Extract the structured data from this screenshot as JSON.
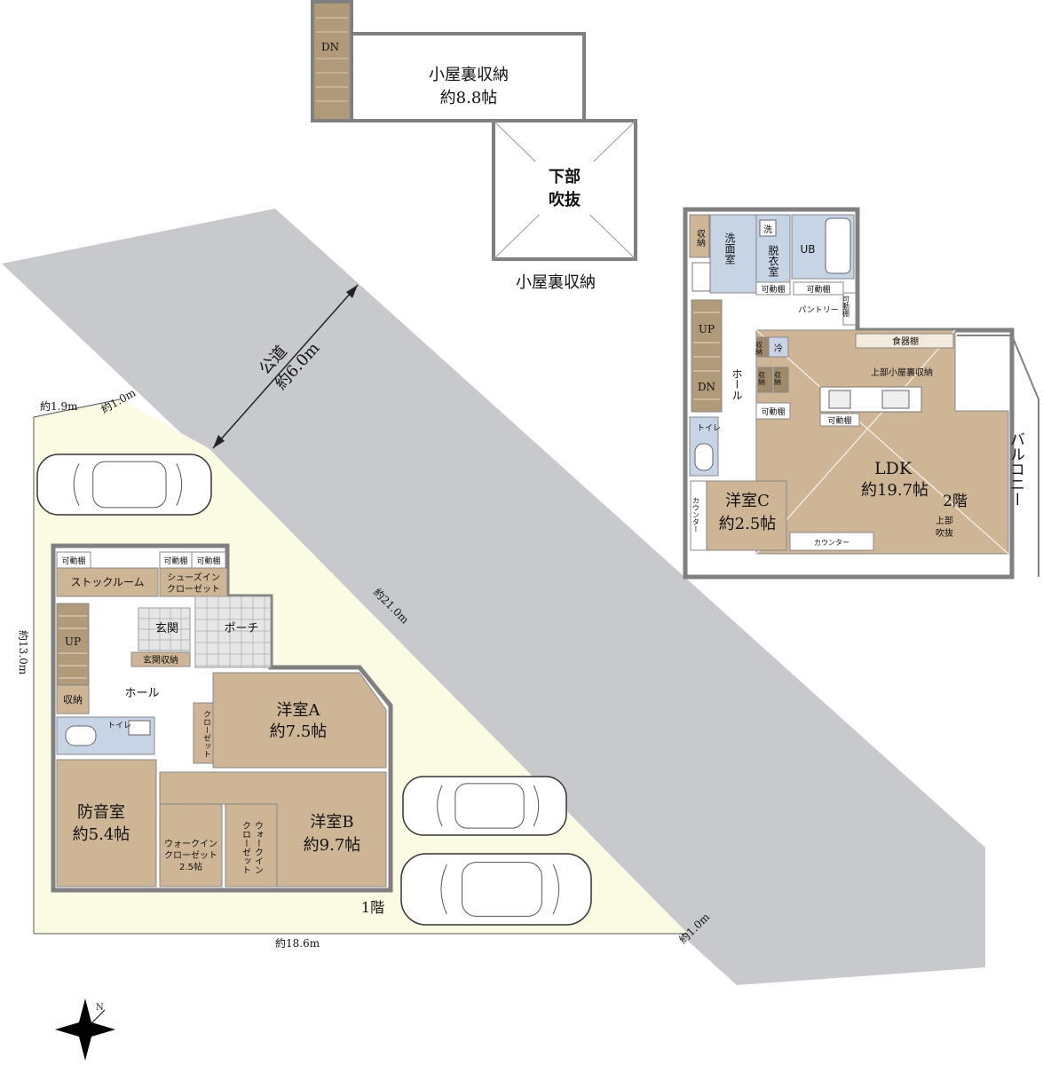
{
  "colors": {
    "road": "#c8c9cd",
    "lot": "#fbfbe3",
    "room_tan": "#cdb596",
    "room_dark": "#a08a6a",
    "room_light": "#f2eadc",
    "wall": "#808080",
    "wet": "#c7d4e6",
    "stair": "#b09a7a"
  },
  "attic": {
    "stair_label": "DN",
    "storage_name": "小屋裏収納",
    "storage_area": "約8.8帖",
    "void_line1": "下部",
    "void_line2": "吹抜",
    "caption": "小屋裏収納"
  },
  "road": {
    "name": "公道",
    "width": "約6.0m"
  },
  "site": {
    "dim_top_left": "約1.9m",
    "dim_top_corner": "約1.0m",
    "dim_left": "約13.0m",
    "dim_diagonal": "約21.0m",
    "dim_bottom": "約18.6m",
    "dim_bottom_corner": "約1.0m"
  },
  "floor1": {
    "label": "1階",
    "shelf": "可動棚",
    "stock_room": "ストックルーム",
    "shoes_closet_line1": "シューズイン",
    "shoes_closet_line2": "クローゼット",
    "stair": "UP",
    "entrance": "玄関",
    "porch": "ポーチ",
    "entrance_storage": "玄関収納",
    "hall": "ホール",
    "storage": "収納",
    "toilet": "トイレ",
    "closet": "クローゼット",
    "room_a_name": "洋室A",
    "room_a_area": "約7.5帖",
    "soundproof_name": "防音室",
    "soundproof_area": "約5.4帖",
    "wic1_line1": "ウォークイン",
    "wic1_line2": "クローゼット",
    "wic1_area": "2.5帖",
    "wic2_line1": "ウォークイン",
    "wic2_line2": "クローゼット",
    "room_b_name": "洋室B",
    "room_b_area": "約9.7帖"
  },
  "floor2": {
    "label": "2階",
    "storage": "収納",
    "washroom": "洗面室",
    "wash_icon": "洗",
    "dressing": "脱衣室",
    "bath": "UB",
    "shelf": "可動棚",
    "pantry": "パントリー",
    "stair_up": "UP",
    "stair_dn": "DN",
    "hall": "ホール",
    "fridge": "冷",
    "dish_shelf": "食器棚",
    "attic_above": "上部小屋裏収納",
    "toilet": "トイレ",
    "ldk_name": "LDK",
    "ldk_area": "約19.7帖",
    "balcony": "バルコニー",
    "room_c_name": "洋室C",
    "room_c_area": "約2.5帖",
    "counter": "カウンター",
    "void_line1": "上部",
    "void_line2": "吹抜"
  },
  "compass": {
    "north": "N"
  }
}
